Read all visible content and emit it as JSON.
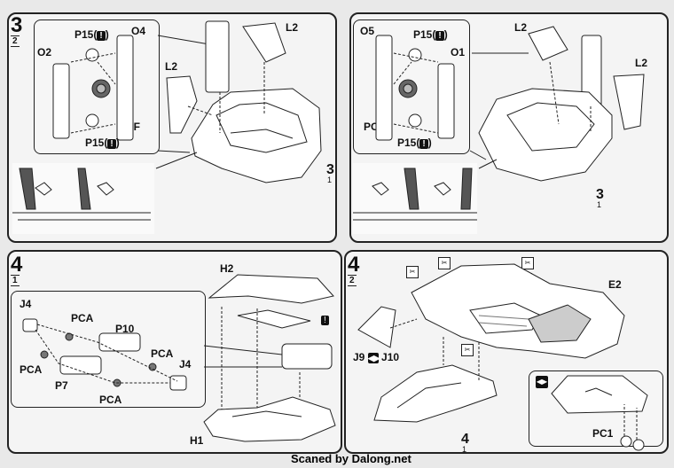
{
  "panel_top_left": {
    "step": "3",
    "substep": "2",
    "inset_labels": {
      "o2": "O2",
      "p15_top": "P15(",
      "o4": "O4",
      "pcf": "PCF",
      "p15_bottom": "P15("
    },
    "warn_symbol": "!",
    "close_paren": ")",
    "part_labels": {
      "l2_top": "L2",
      "l2_left": "L2"
    },
    "ref_step": "3",
    "ref_sub": "1"
  },
  "panel_top_right": {
    "inset_labels": {
      "o5": "O5",
      "p15_top": "P15(",
      "o1": "O1",
      "pcf": "PCF",
      "p15_bottom": "P15("
    },
    "warn_symbol": "!",
    "close_paren": ")",
    "part_labels": {
      "l2_top": "L2",
      "l2_right": "L2"
    },
    "ref_step": "3",
    "ref_sub": "1"
  },
  "panel_bottom_left": {
    "step": "4",
    "substep": "1",
    "labels": {
      "j4_left": "J4",
      "pca_1": "PCA",
      "p10": "P10",
      "pca_2": "PCA",
      "pca_3": "PCA",
      "p7": "P7",
      "pca_4": "PCA",
      "j4_right": "J4",
      "h2": "H2",
      "h1": "H1"
    },
    "warn_symbol": "!"
  },
  "panel_bottom_right": {
    "step": "4",
    "substep": "2",
    "labels": {
      "e2": "E2",
      "j9": "J9",
      "j10": "J10",
      "pc1": "PC1"
    },
    "ref_step": "4",
    "ref_sub": "1"
  },
  "watermark": "Scaned by Dalong.net"
}
